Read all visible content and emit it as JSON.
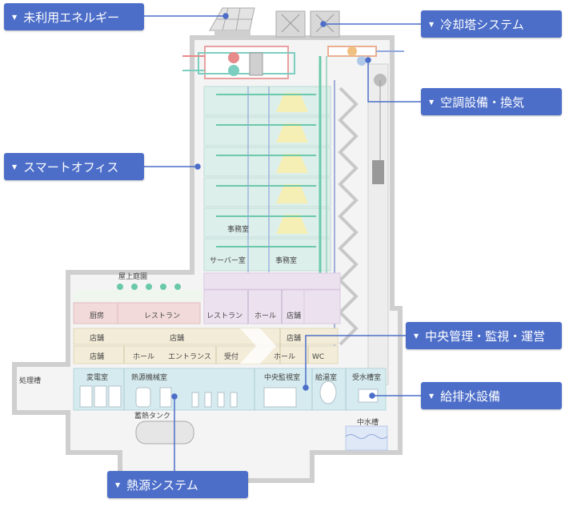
{
  "callouts": {
    "renewable": "未利用エネルギー",
    "cooling_tower": "冷却塔システム",
    "hvac": "空調設備・換気",
    "smart_office": "スマートオフィス",
    "central": "中央管理・監視・運営",
    "water": "給排水設備",
    "heat_source": "熱源システム"
  },
  "rooms": {
    "office": "事務室",
    "server_room": "サーバー室",
    "rooftop_garden": "屋上庭園",
    "kitchen": "厨房",
    "restaurant": "レストラン",
    "hall": "ホール",
    "shop": "店舗",
    "entrance": "エントランス",
    "reception": "受付",
    "wc": "WC",
    "treatment_tank": "処理槽",
    "substation": "変電室",
    "heat_machine_room": "熱源機械室",
    "central_monitoring": "中央監視室",
    "hot_water_room": "給湯室",
    "water_tank_room": "受水槽室",
    "storage_tank": "蓄熱タンク",
    "middle_water_tank": "中水槽"
  },
  "colors": {
    "callout_bg": "#4c6ec9",
    "office_floor": "#dcefeb",
    "commercial_floor": "#f3ecd8",
    "restaurant_floor": "#f2dada",
    "event_floor": "#ece2ef",
    "basement": "#d6ebef",
    "wall": "#cfcfcf",
    "duct_supply": "#e88a8a",
    "duct_return": "#7ccfc0"
  }
}
